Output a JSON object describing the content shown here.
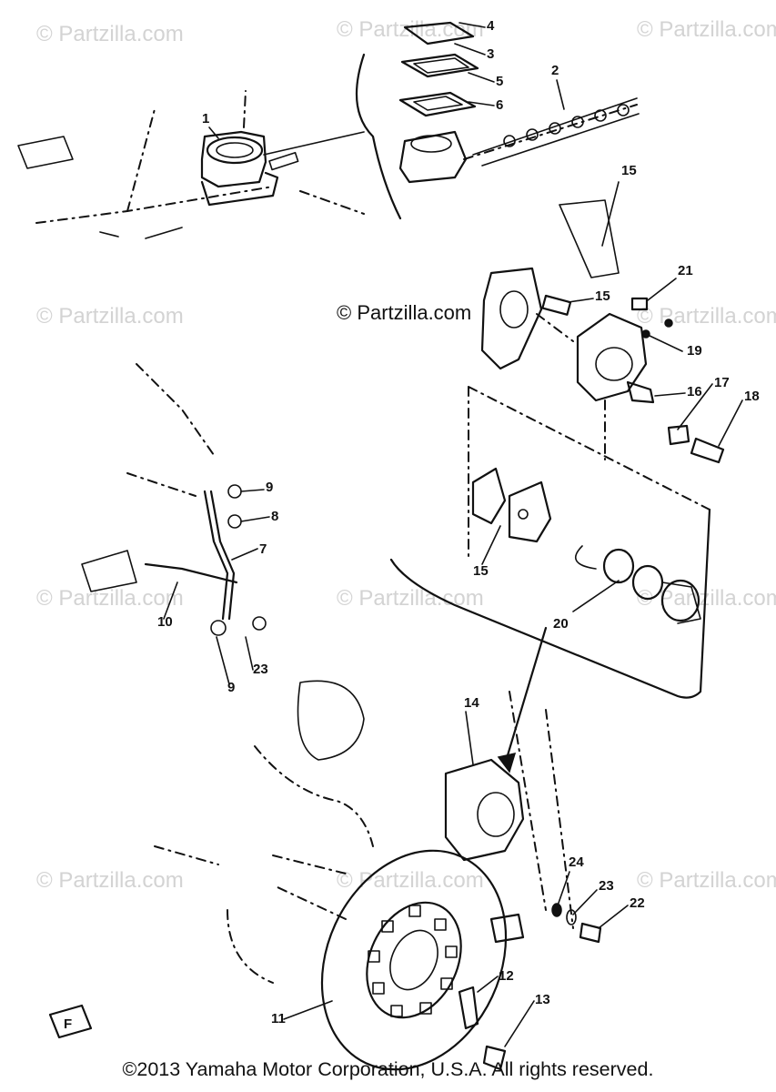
{
  "watermark": "© Partzilla.com",
  "center_watermark": "© Partzilla.com",
  "copyright": "©2013 Yamaha Motor Corporation, U.S.A. All rights reserved.",
  "callouts": [
    "1",
    "2",
    "3",
    "4",
    "5",
    "6",
    "7",
    "8",
    "9",
    "9",
    "10",
    "11",
    "12",
    "13",
    "14",
    "15",
    "15",
    "15",
    "16",
    "17",
    "18",
    "19",
    "20",
    "21",
    "22",
    "23",
    "23",
    "24"
  ],
  "front_marker": "F"
}
